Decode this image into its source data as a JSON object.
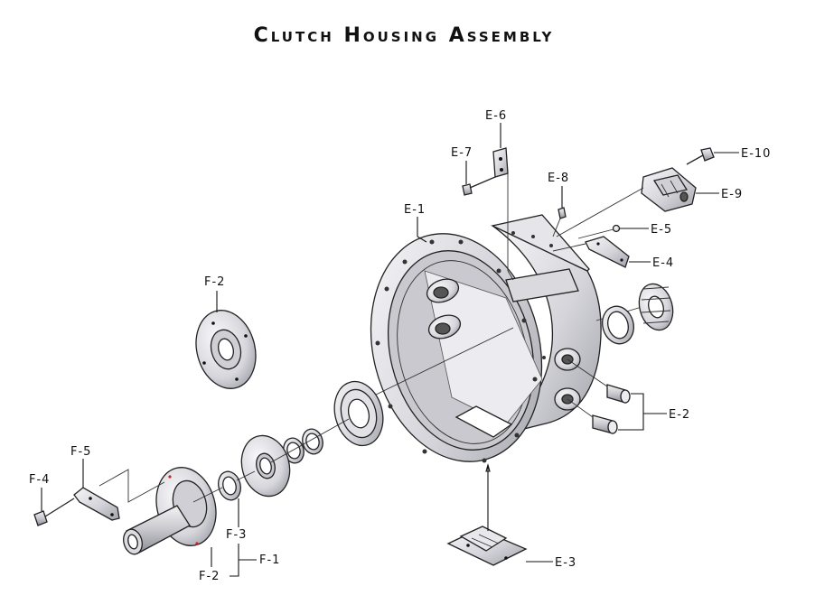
{
  "title": "Clutch Housing Assembly",
  "colors": {
    "ink": "#111111",
    "metal_light": "#f4f4f6",
    "metal_mid": "#d2d2d8",
    "metal_dark": "#9a9aa2",
    "accent": "#cc2222"
  },
  "labels": {
    "e1": "E-1",
    "e2": "E-2",
    "e3": "E-3",
    "e4": "E-4",
    "e5": "E-5",
    "e6": "E-6",
    "e7": "E-7",
    "e8": "E-8",
    "e9": "E-9",
    "e10": "E-10",
    "f1": "F-1",
    "f2_top": "F-2",
    "f2_bottom": "F-2",
    "f3": "F-3",
    "f4": "F-4",
    "f5": "F-5"
  }
}
